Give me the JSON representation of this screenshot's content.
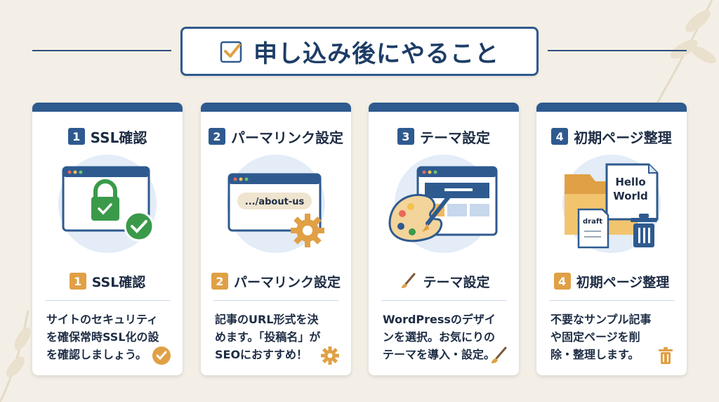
{
  "title": {
    "text": "申し込み後にやること"
  },
  "colors": {
    "navy": "#2e5a8f",
    "orange": "#e0a045",
    "green": "#3a9a4a",
    "bg": "#f4efe6"
  },
  "cards": [
    {
      "num": "1",
      "title": "SSL確認",
      "sub_num": "1",
      "sub_title": "SSL確認",
      "desc": [
        "サイトのセキュリティ",
        "を確保常時SSL化の設",
        "を確認しましょう。"
      ],
      "corner_icon": "check-circle-icon"
    },
    {
      "num": "2",
      "title": "パーマリンク設定",
      "url_text": ".../about-us",
      "sub_num": "2",
      "sub_title": "パーマリンク設定",
      "desc": [
        "記事のURL形式を決",
        "めます。「投稿名」が",
        "SEOにおすすめ！"
      ],
      "corner_icon": "gear-icon"
    },
    {
      "num": "3",
      "title": "テーマ設定",
      "sub_title": "テーマ設定",
      "desc": [
        "WordPressのデザイ",
        "ンを選択。お気にりの",
        "テーマを導入・設定。"
      ],
      "corner_icon": "paintbrush-icon"
    },
    {
      "num": "4",
      "title": "初期ページ整理",
      "doc_text_1": "Hello",
      "doc_text_2": "World",
      "draft_text": "draft",
      "sub_num": "4",
      "sub_title": "初期ページ整理",
      "desc": [
        "不要なサンプル記事",
        "や固定ページを削",
        "除・整理します。"
      ],
      "corner_icon": "trash-icon"
    }
  ]
}
